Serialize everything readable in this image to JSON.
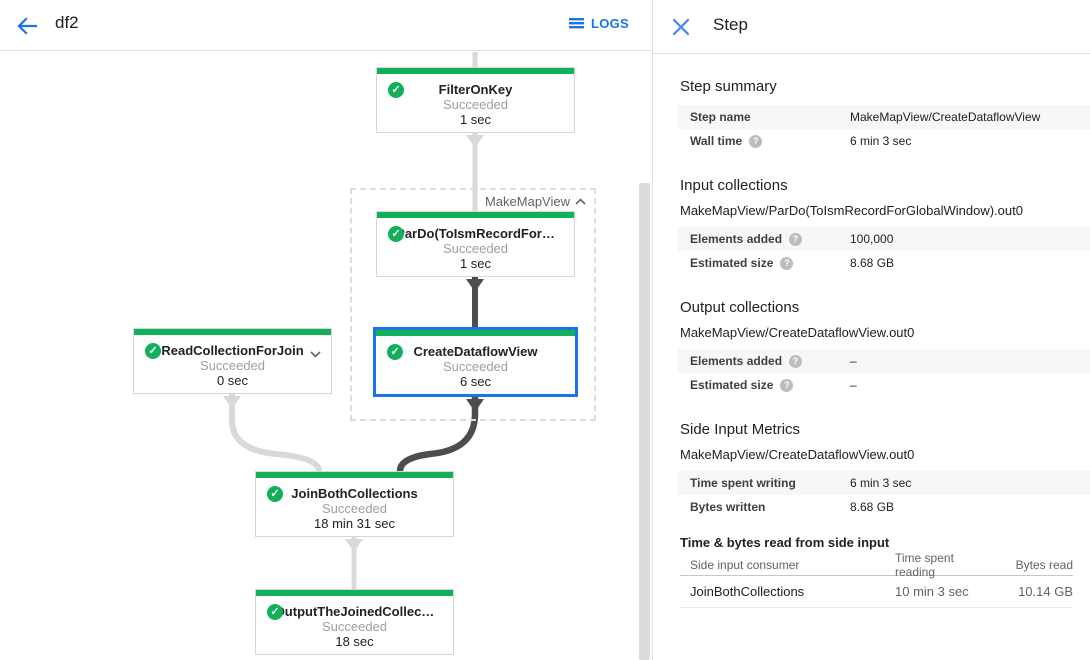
{
  "header": {
    "title": "df2",
    "logs_label": "LOGS"
  },
  "panel": {
    "title": "Step",
    "step_summary": {
      "heading": "Step summary",
      "rows": [
        {
          "label": "Step name",
          "value": "MakeMapView/CreateDataflowView"
        },
        {
          "label": "Wall time",
          "value": "6 min 3 sec"
        }
      ]
    },
    "input_collections": {
      "heading": "Input collections",
      "collection": "MakeMapView/ParDo(ToIsmRecordForGlobalWindow).out0",
      "rows": [
        {
          "label": "Elements added",
          "value": "100,000"
        },
        {
          "label": "Estimated size",
          "value": "8.68 GB"
        }
      ]
    },
    "output_collections": {
      "heading": "Output collections",
      "collection": "MakeMapView/CreateDataflowView.out0",
      "rows": [
        {
          "label": "Elements added",
          "value": "–"
        },
        {
          "label": "Estimated size",
          "value": "–"
        }
      ]
    },
    "side_input_metrics": {
      "heading": "Side Input Metrics",
      "collection": "MakeMapView/CreateDataflowView.out0",
      "rows": [
        {
          "label": "Time spent writing",
          "value": "6 min 3 sec"
        },
        {
          "label": "Bytes written",
          "value": "8.68 GB"
        }
      ]
    },
    "side_input_table": {
      "heading": "Time & bytes read from side input",
      "columns": [
        "Side input consumer",
        "Time spent reading",
        "Bytes read"
      ],
      "rows": [
        [
          "JoinBothCollections",
          "10 min 3 sec",
          "10.14 GB"
        ]
      ]
    }
  },
  "graph": {
    "group_label": "MakeMapView",
    "nodes": [
      {
        "title": "FilterOnKey",
        "status": "Succeeded",
        "time": "1 sec"
      },
      {
        "title": "ParDo(ToIsmRecordFor…",
        "status": "Succeeded",
        "time": "1 sec"
      },
      {
        "title": "ReadCollectionForJoin",
        "status": "Succeeded",
        "time": "0 sec"
      },
      {
        "title": "CreateDataflowView",
        "status": "Succeeded",
        "time": "6 sec"
      },
      {
        "title": "JoinBothCollections",
        "status": "Succeeded",
        "time": "18 min 31 sec"
      },
      {
        "title": "OutputTheJoinedCollec…",
        "status": "Succeeded",
        "time": "18 sec"
      }
    ],
    "check_symbol": "✓",
    "help_symbol": "?"
  },
  "colors": {
    "accent_blue": "#1a73e8",
    "status_green": "#12b05a",
    "selected_border": "#1a73e8",
    "edge_light": "#d9d9d9",
    "edge_dark": "#4d4d4d"
  }
}
